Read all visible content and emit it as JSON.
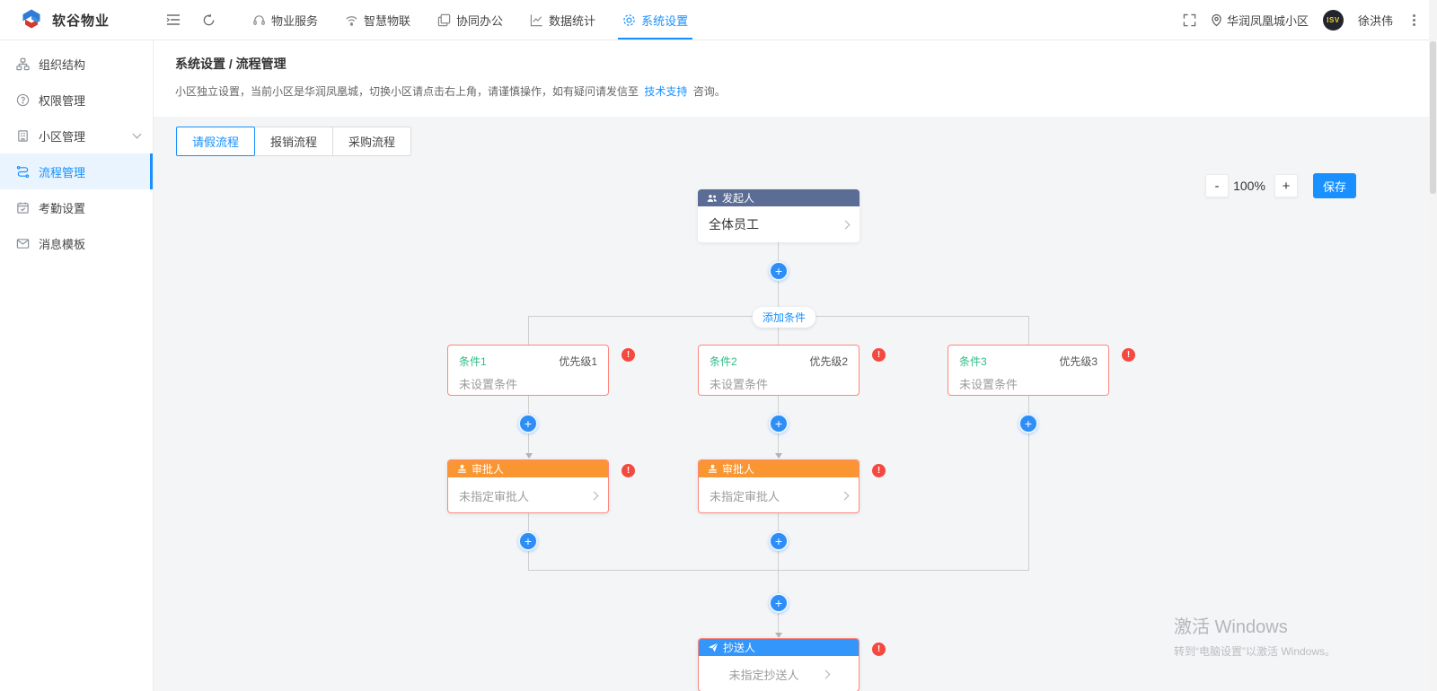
{
  "app": {
    "brand": "软谷物业"
  },
  "topnav": {
    "items": [
      {
        "label": "物业服务",
        "active": false
      },
      {
        "label": "智慧物联",
        "active": false
      },
      {
        "label": "协同办公",
        "active": false
      },
      {
        "label": "数据统计",
        "active": false
      },
      {
        "label": "系统设置",
        "active": true
      }
    ],
    "community": "华润凤凰城小区",
    "user_name": "徐洪伟",
    "avatar_text": "ISV"
  },
  "sidebar": {
    "items": [
      {
        "label": "组织结构",
        "active": false
      },
      {
        "label": "权限管理",
        "active": false
      },
      {
        "label": "小区管理",
        "active": false,
        "expandable": true
      },
      {
        "label": "流程管理",
        "active": true
      },
      {
        "label": "考勤设置",
        "active": false
      },
      {
        "label": "消息模板",
        "active": false
      }
    ]
  },
  "page": {
    "breadcrumb": "系统设置 / 流程管理",
    "notice_prefix": "小区独立设置，当前小区是华润凤凰城，切换小区请点击右上角，请谨慎操作，如有疑问请发信至",
    "notice_link": "技术支持",
    "notice_suffix": "咨询。"
  },
  "tabs": [
    {
      "label": "请假流程",
      "active": true
    },
    {
      "label": "报销流程",
      "active": false
    },
    {
      "label": "采购流程",
      "active": false
    }
  ],
  "toolbar": {
    "zoom_out": "-",
    "zoom_level": "100%",
    "zoom_in": "+",
    "save": "保存"
  },
  "flow": {
    "plus_mark": "+",
    "error_mark": "!",
    "add_condition_label": "添加条件",
    "initiator": {
      "header": "发起人",
      "value": "全体员工"
    },
    "conditions": [
      {
        "title": "条件1",
        "priority": "优先级1",
        "body": "未设置条件"
      },
      {
        "title": "条件2",
        "priority": "优先级2",
        "body": "未设置条件"
      },
      {
        "title": "条件3",
        "priority": "优先级3",
        "body": "未设置条件"
      }
    ],
    "approvers": [
      {
        "header": "审批人",
        "body": "未指定审批人"
      },
      {
        "header": "审批人",
        "body": "未指定审批人"
      }
    ],
    "cc": {
      "header": "抄送人",
      "body": "未指定抄送人"
    }
  },
  "watermark": {
    "line1": "激活 Windows",
    "line2": "转到“电脑设置”以激活 Windows。"
  },
  "colors": {
    "accent": "#1890ff",
    "initiator_header": "#5b6c95",
    "approver_header": "#fa9632",
    "cc_header": "#3296fa",
    "error": "#f5483f",
    "error_border": "#ff867c",
    "condition_title": "#2dbd87"
  }
}
